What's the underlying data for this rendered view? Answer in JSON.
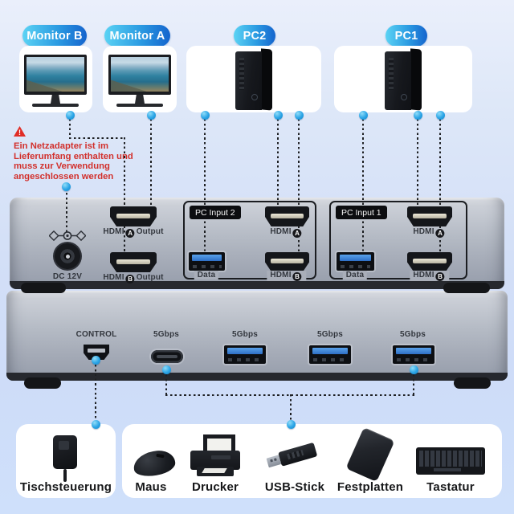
{
  "colors": {
    "accent_dot": "#2AA4E6",
    "pill_gradient_start": "#5BD3F4",
    "pill_gradient_end": "#1564CD",
    "warning_red": "#D2302C",
    "usb_blue": "#3E84D8",
    "device_silver": "#AEB4BF",
    "background_blue": "#D3DFF7"
  },
  "top_row": {
    "groups": [
      {
        "id": "monitor-b",
        "label": "Monitor B",
        "icon": "monitor-icon"
      },
      {
        "id": "monitor-a",
        "label": "Monitor A",
        "icon": "monitor-icon"
      },
      {
        "id": "pc2",
        "label": "PC2",
        "icon": "pc-tower-icon"
      },
      {
        "id": "pc1",
        "label": "PC1",
        "icon": "pc-tower-icon"
      }
    ]
  },
  "warning": {
    "icon": "alert-triangle-icon",
    "exclamation": "!",
    "lines": [
      "Ein Netzadapter ist im",
      "Lieferumfang enthalten und",
      "muss zur Verwendung",
      "angeschlossen werden"
    ]
  },
  "device": {
    "upper": {
      "dc_label": "DC 12V",
      "hdmi_out_a": {
        "pre": "HDMI",
        "badge": "A",
        "post": "Output"
      },
      "hdmi_out_b": {
        "pre": "HDMI",
        "badge": "B",
        "post": "Output"
      },
      "pc_input_2": {
        "title": "PC Input 2",
        "data_label": "Data",
        "hdmi_a": {
          "pre": "HDMI",
          "badge": "A"
        },
        "hdmi_b": {
          "pre": "HDMI",
          "badge": "B"
        }
      },
      "pc_input_1": {
        "title": "PC Input 1",
        "data_label": "Data",
        "hdmi_a": {
          "pre": "HDMI",
          "badge": "A"
        },
        "hdmi_b": {
          "pre": "HDMI",
          "badge": "B"
        }
      }
    },
    "lower": {
      "control_label": "CONTROL",
      "usbc_label": "5Gbps",
      "usba_labels": [
        "5Gbps",
        "5Gbps",
        "5Gbps"
      ]
    }
  },
  "bottom_row": {
    "controller_card": {
      "label": "Tischsteuerung",
      "icon": "desk-controller-icon"
    },
    "peripherals_card": {
      "items": [
        {
          "label": "Maus",
          "icon": "mouse-icon"
        },
        {
          "label": "Drucker",
          "icon": "printer-icon"
        },
        {
          "label": "USB-Stick",
          "icon": "usb-stick-icon"
        },
        {
          "label": "Festplatten",
          "icon": "hard-drive-icon"
        },
        {
          "label": "Tastatur",
          "icon": "keyboard-icon"
        }
      ]
    }
  }
}
